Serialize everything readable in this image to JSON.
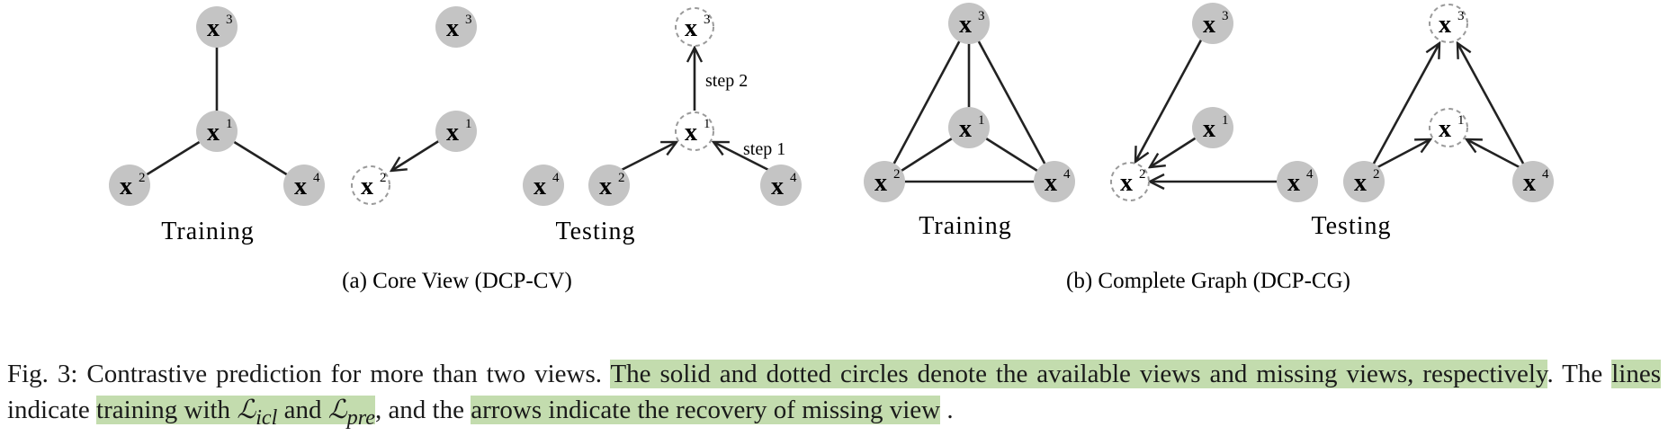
{
  "colors": {
    "node_fill": "#c4c4c4",
    "line": "#222222",
    "missing_stroke": "#9a9a9a",
    "highlight": "#c3dcae"
  },
  "nodes": {
    "x3": "x",
    "x1": "x",
    "x2": "x",
    "x4": "x",
    "sup3": "3",
    "sup1": "1",
    "sup2": "2",
    "sup4": "4"
  },
  "panels": {
    "cv_training": "Training",
    "cv_testing": "Testing",
    "cg_training": "Training",
    "cg_testing": "Testing",
    "step1": "step 1",
    "step2": "step 2"
  },
  "subcaptions": {
    "a": "(a) Core View (DCP-CV)",
    "b": "(b) Complete Graph (DCP-CG)"
  },
  "caption": {
    "prefix": "Fig. 3: Contrastive prediction for more than two views. ",
    "hl1": "The solid and dotted circles denote the available views and missing views, respectively",
    "t1": ". The ",
    "hl2": "lines",
    "t2": " indicate ",
    "hl3a": "training with ",
    "m1": "ℒ",
    "m1sub": "icl",
    "hl3b": " and ",
    "m2": "ℒ",
    "m2sub": "pre",
    "t3": ", and the ",
    "hl4": "arrows indicate the recovery of missing view",
    "t4": " ."
  }
}
